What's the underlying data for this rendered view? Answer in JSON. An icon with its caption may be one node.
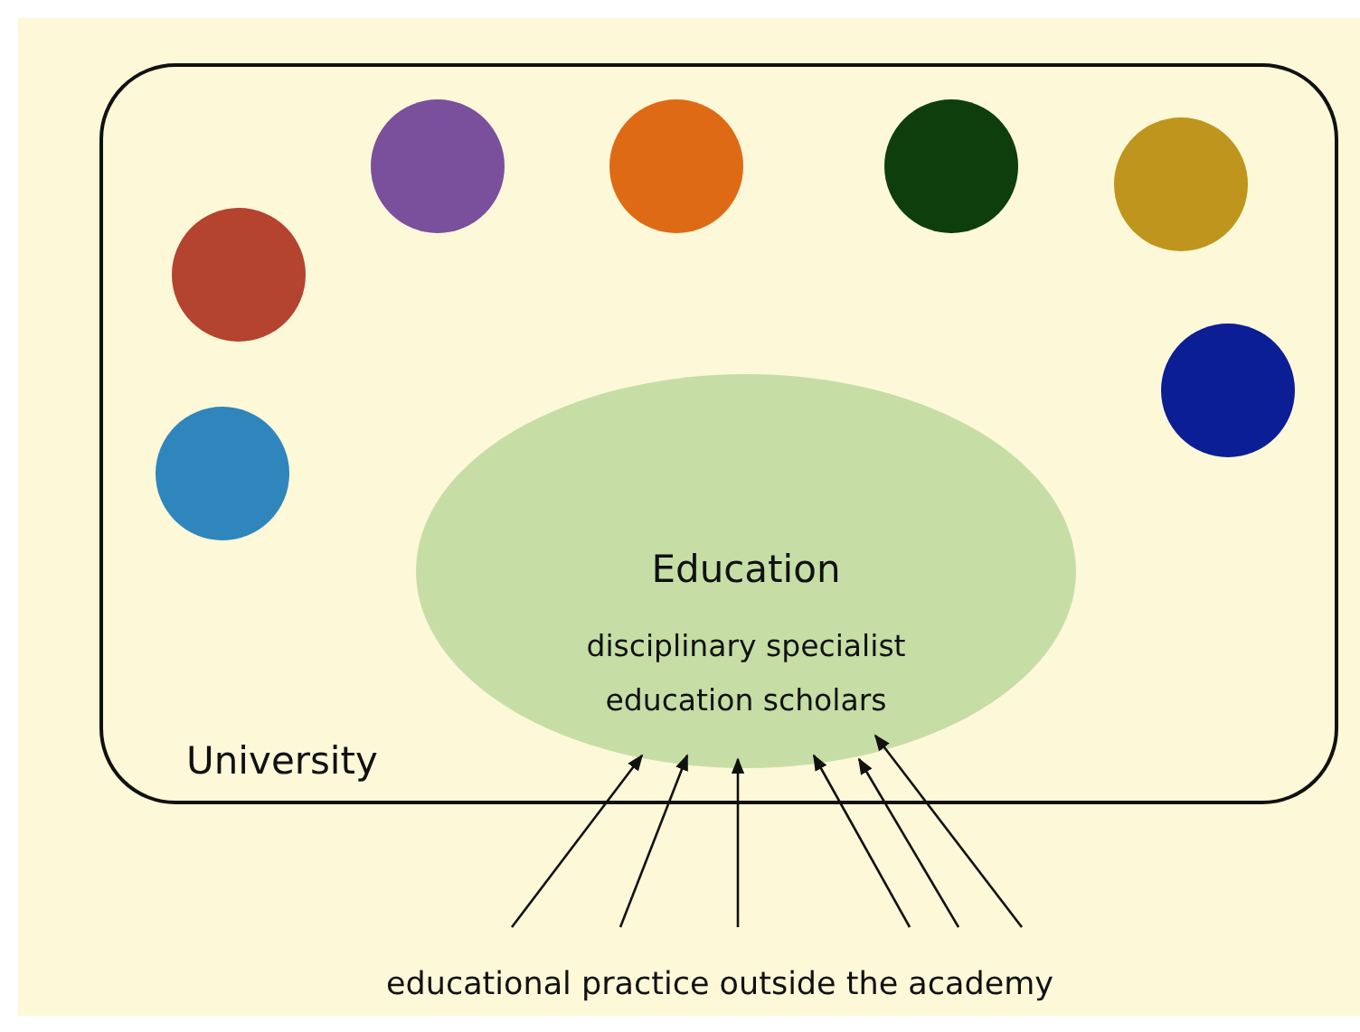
{
  "diagram": {
    "nodes": [
      {
        "text": [
          "University"
        ]
      },
      {
        "text": [],
        "shape": "circle",
        "in": 0
      },
      {
        "text": [],
        "shape": "circle",
        "in": 0
      },
      {
        "text": [],
        "shape": "circle",
        "in": 0
      },
      {
        "text": [],
        "shape": "circle",
        "in": 0
      },
      {
        "text": [],
        "shape": "circle",
        "in": 0
      },
      {
        "text": [],
        "shape": "circle",
        "in": 0
      },
      {
        "text": [],
        "shape": "circle",
        "in": 0
      },
      {
        "text": [
          "Education",
          "disciplinary specialist education scholars"
        ],
        "in": 0
      },
      {
        "text": [
          "educational practice outside the academy"
        ]
      }
    ],
    "edges": [
      {
        "from": 9,
        "to": 8,
        "arrow": "to"
      },
      {
        "from": 9,
        "to": 8,
        "arrow": "to"
      },
      {
        "from": 9,
        "to": 8,
        "arrow": "to"
      },
      {
        "from": 9,
        "to": 8,
        "arrow": "to"
      },
      {
        "from": 9,
        "to": 8,
        "arrow": "to"
      },
      {
        "from": 9,
        "to": 8,
        "arrow": "to"
      }
    ]
  }
}
